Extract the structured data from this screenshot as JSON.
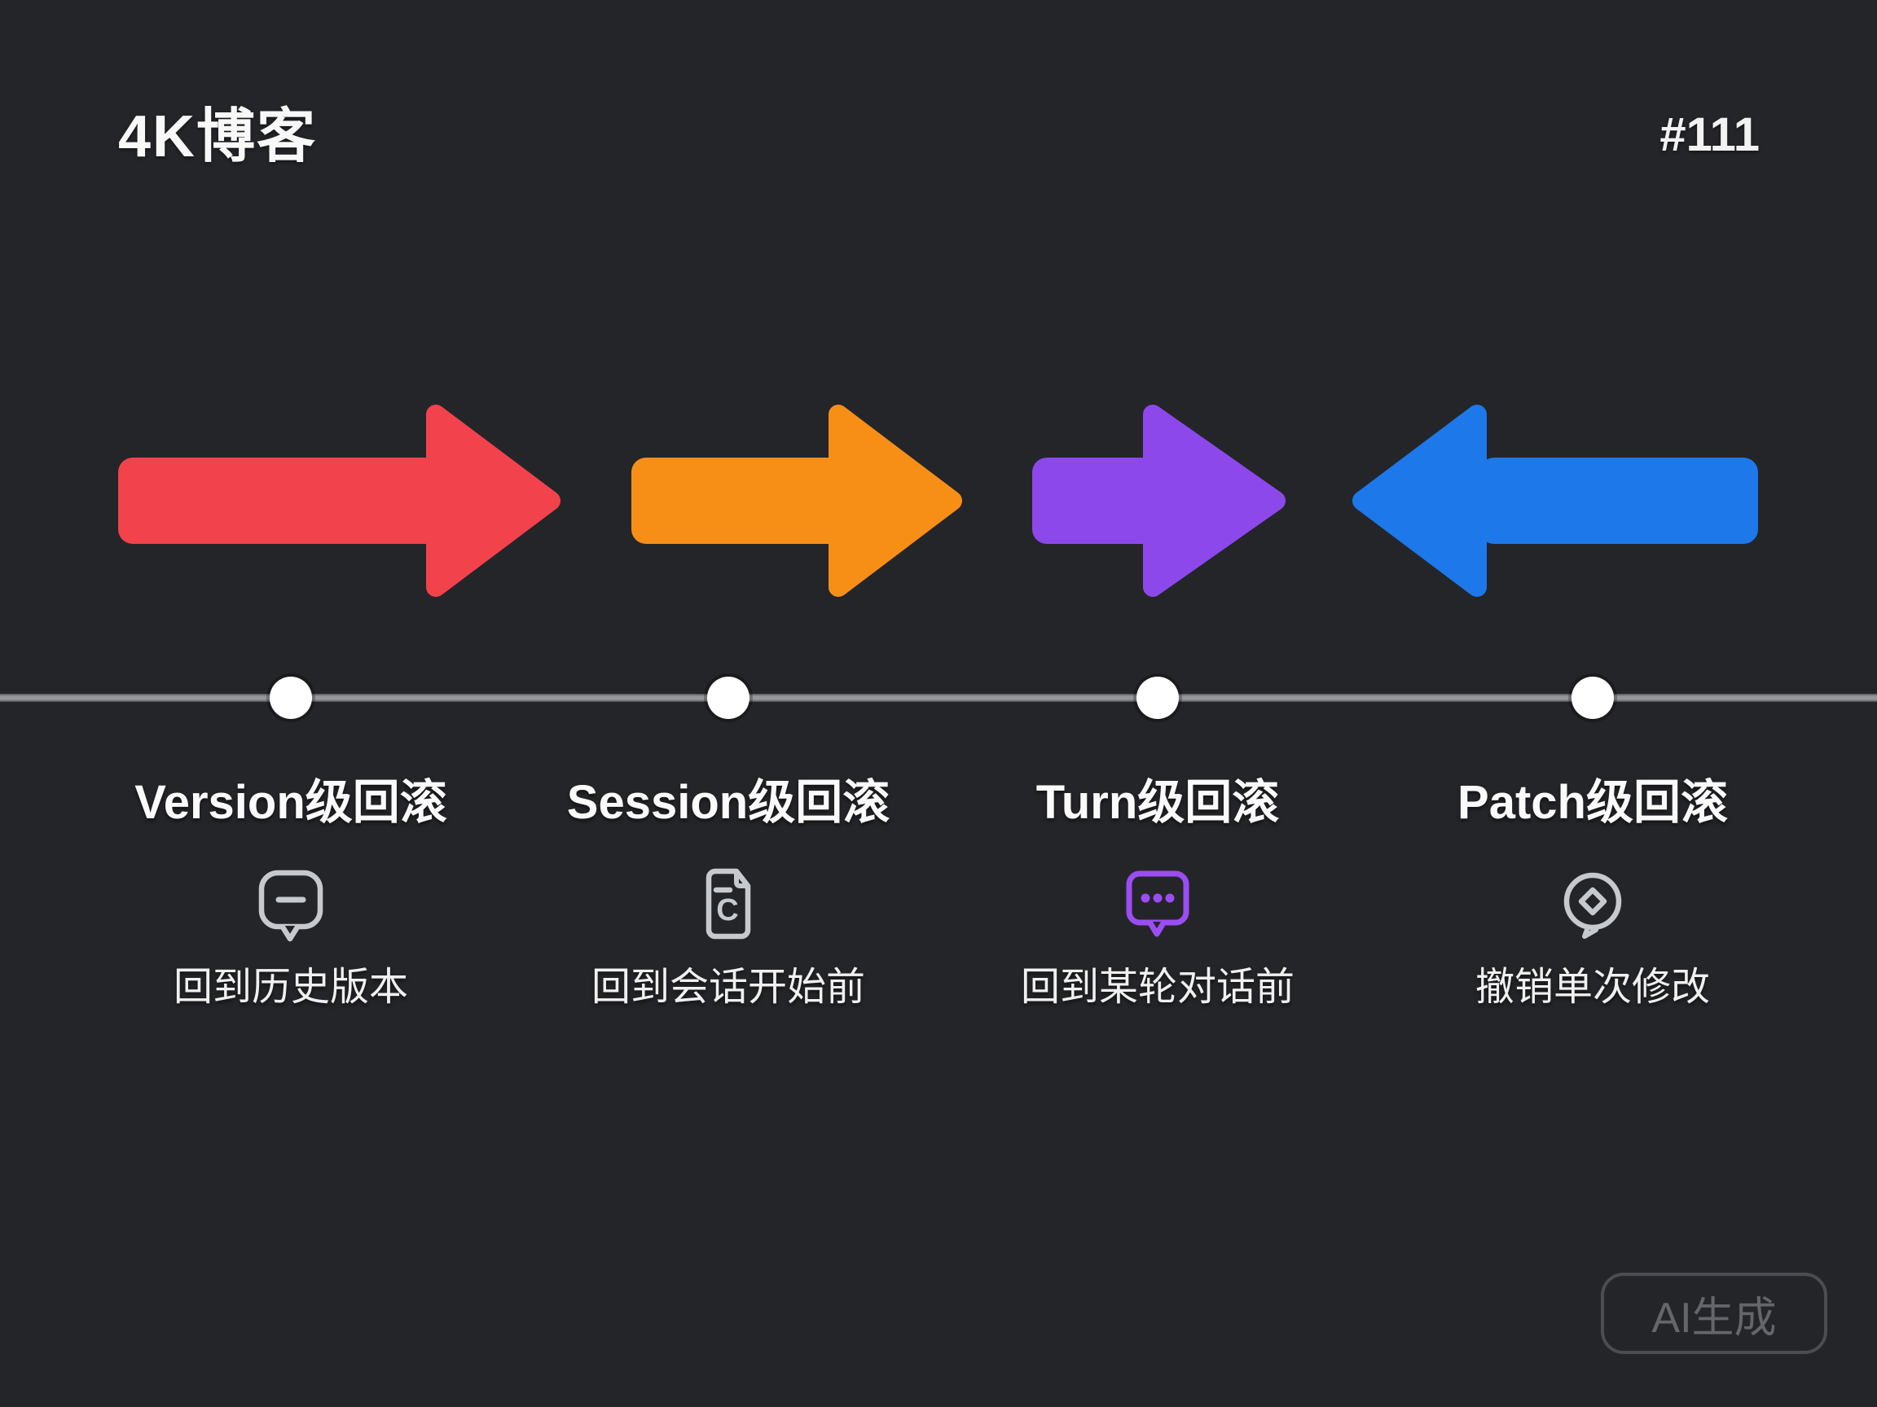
{
  "header": {
    "title": "4K博客",
    "issue_number": "#111"
  },
  "timeline": {
    "line_color": "#95979b",
    "dot_color": "#ffffff"
  },
  "steps": [
    {
      "label": "Version级回滚",
      "description": "回到历史版本",
      "icon": "chat-bubble-minus-icon",
      "icon_color": "#c6cacf",
      "arrow": {
        "direction": "right",
        "color": "#f2424b"
      }
    },
    {
      "label": "Session级回滚",
      "description": "回到会话开始前",
      "icon": "document-restore-icon",
      "icon_color": "#c6cacf",
      "icon_letter": "C",
      "arrow": {
        "direction": "right",
        "color": "#f78f17"
      }
    },
    {
      "label": "Turn级回滚",
      "description": "回到某轮对话前",
      "icon": "chat-bubble-dots-icon",
      "icon_color": "#9b4df2",
      "arrow": {
        "direction": "right",
        "color": "#8d48ec"
      }
    },
    {
      "label": "Patch级回滚",
      "description": "撤销单次修改",
      "icon": "undo-badge-icon",
      "icon_color": "#c6cacf",
      "arrow": {
        "direction": "left",
        "color": "#1d78ea"
      }
    }
  ],
  "footer": {
    "watermark": "AI生成"
  }
}
